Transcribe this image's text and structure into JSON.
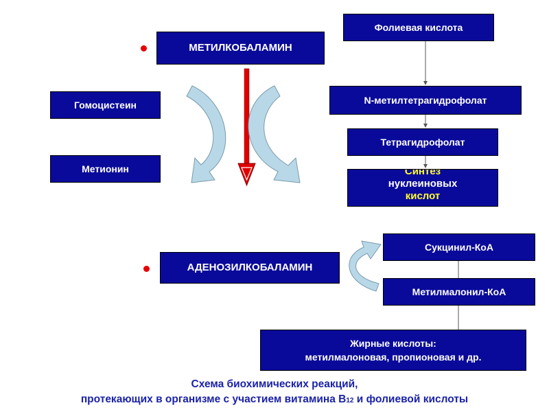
{
  "methyl": {
    "title": "МЕТИЛКОБАЛАМИН",
    "homocysteine": "Гомоцистеин",
    "methionine": "Метионин"
  },
  "folate": {
    "folic_acid": "Фолиевая кислота",
    "n_methyl_thf": "N-метилтетрагидрофолат",
    "thf": "Тетрагидрофолат",
    "synthesis_l1": "Синтез",
    "synthesis_l2": "нуклеиновых",
    "synthesis_l3": "кислот"
  },
  "adenosyl": {
    "title": "АДЕНОЗИЛКОБАЛАМИН",
    "succinyl": "Сукцинил-КоА",
    "methylmalonyl": "Метилмалонил-КоА",
    "fatty_l1": "Жирные кислоты:",
    "fatty_l2": "метилмалоновая, пропионовая и др."
  },
  "caption": {
    "line1": "Схема биохимических реакций,",
    "line2_a": "протекающих в организме с участием витамина В",
    "line2_sub": "12",
    "line2_b": " и фолиевой кислоты"
  },
  "colors": {
    "box_fill": "#0a0a9a",
    "box_text": "#ffffff",
    "accent_text": "#ffff33",
    "bullet": "#e80000",
    "red_arrow": "#e00000",
    "curved_arrow": "#b8d8e8",
    "caption_text": "#1a22a8"
  }
}
